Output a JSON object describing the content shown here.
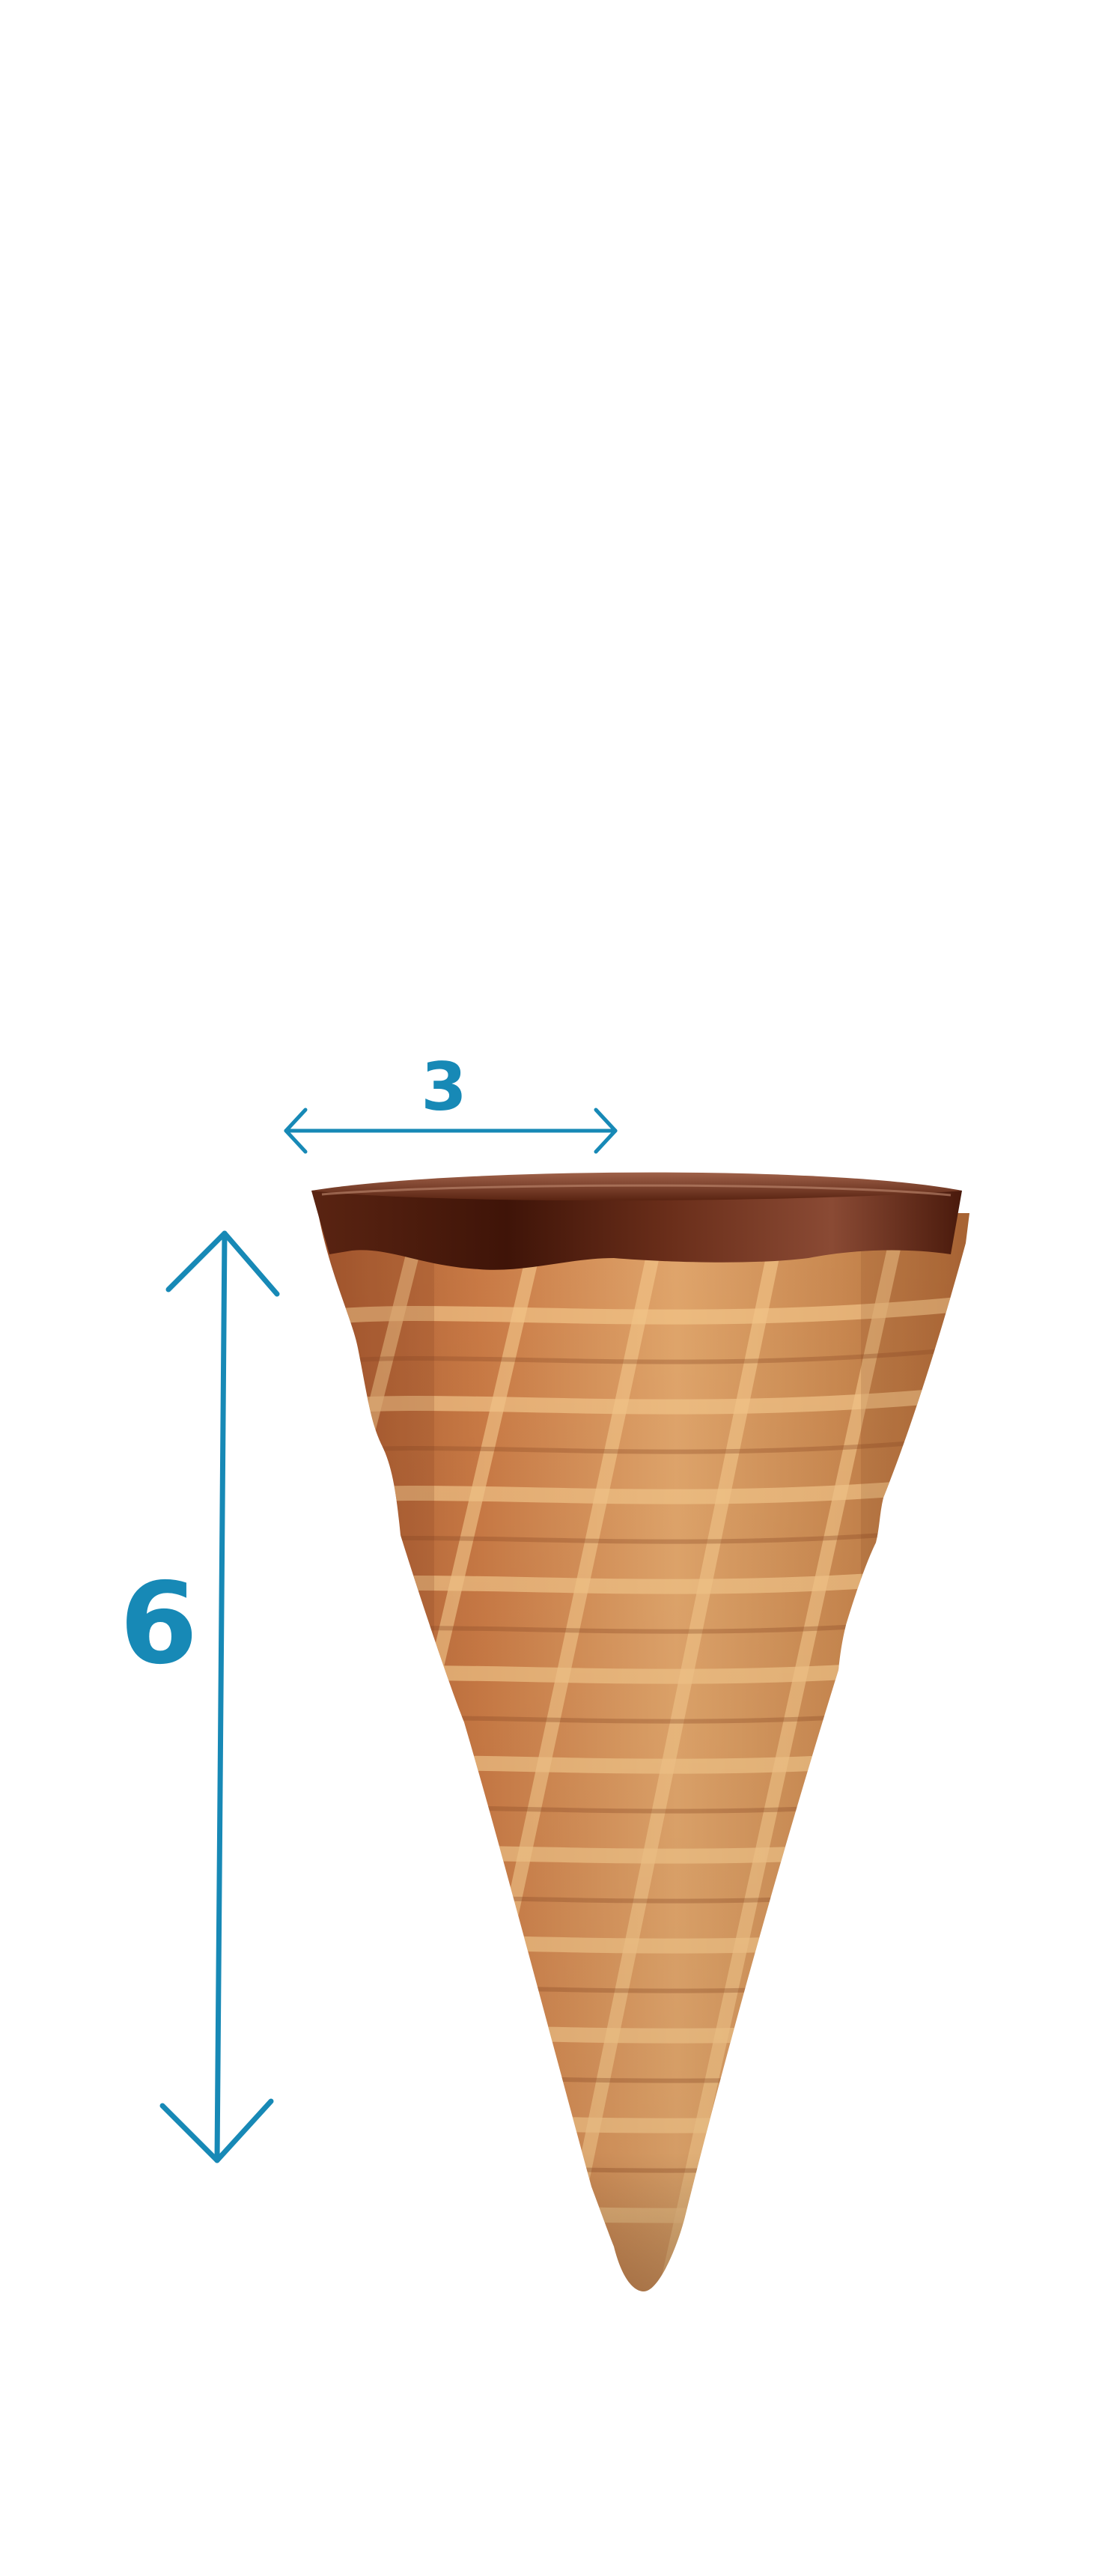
{
  "diagram": {
    "top_width_label": "3",
    "height_label": "6",
    "colors": {
      "dimension": "#1789b6",
      "chocolate_dark": "#4a1a0c",
      "chocolate_mid": "#7a3a22",
      "chocolate_light": "#9a5a44",
      "waffle_base": "#c97a45",
      "waffle_dark": "#8f4d27",
      "waffle_light": "#f2c489",
      "background": "#ffffff"
    },
    "icons": {
      "cone": "waffle-cone-illustration",
      "width_arrow": "double-headed-arrow-horizontal",
      "height_arrow": "double-headed-arrow-vertical"
    }
  }
}
